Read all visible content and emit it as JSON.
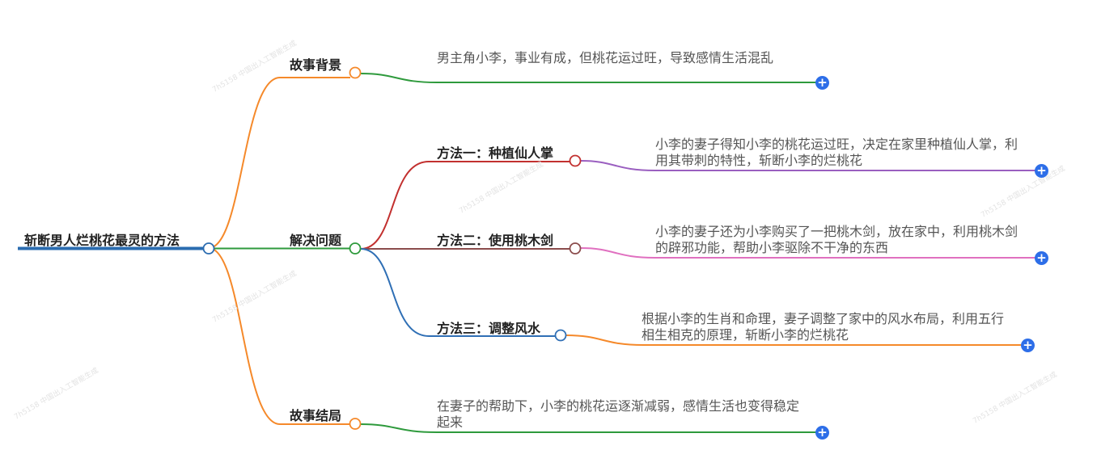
{
  "root": {
    "label": "斩断男人烂桃花最灵的方法"
  },
  "branches": {
    "background": {
      "label": "故事背景",
      "detail": "男主角小李，事业有成，但桃花运过旺，导致感情生活混乱"
    },
    "solution": {
      "label": "解决问题",
      "methods": [
        {
          "label": "方法一：种植仙人掌",
          "detail": "小李的妻子得知小李的桃花运过旺，决定在家里种植仙人掌，利用其带刺的特性，斩断小李的烂桃花"
        },
        {
          "label": "方法二：使用桃木剑",
          "detail": "小李的妻子还为小李购买了一把桃木剑，放在家中，利用桃木剑的辟邪功能，帮助小李驱除不干净的东西"
        },
        {
          "label": "方法三：调整风水",
          "detail": "根据小李的生肖和命理，妻子调整了家中的风水布局，利用五行相生相克的原理，斩断小李的烂桃花"
        }
      ]
    },
    "ending": {
      "label": "故事结局",
      "detail": "在妻子的帮助下，小李的桃花运逐渐减弱，感情生活也变得稳定起来"
    }
  },
  "expand_icon": "plus-circle-icon",
  "watermark": "7h5158 中国出入工智能生成",
  "colors": {
    "root": "#2b6cb0",
    "orange": "#f5892a",
    "green": "#2e9a3c",
    "red": "#c2302f",
    "brown": "#8b4c4c",
    "blue": "#2f6fb5",
    "purple": "#9a5fc0",
    "pink": "#e070c0",
    "plus": "#2d6ee8"
  }
}
